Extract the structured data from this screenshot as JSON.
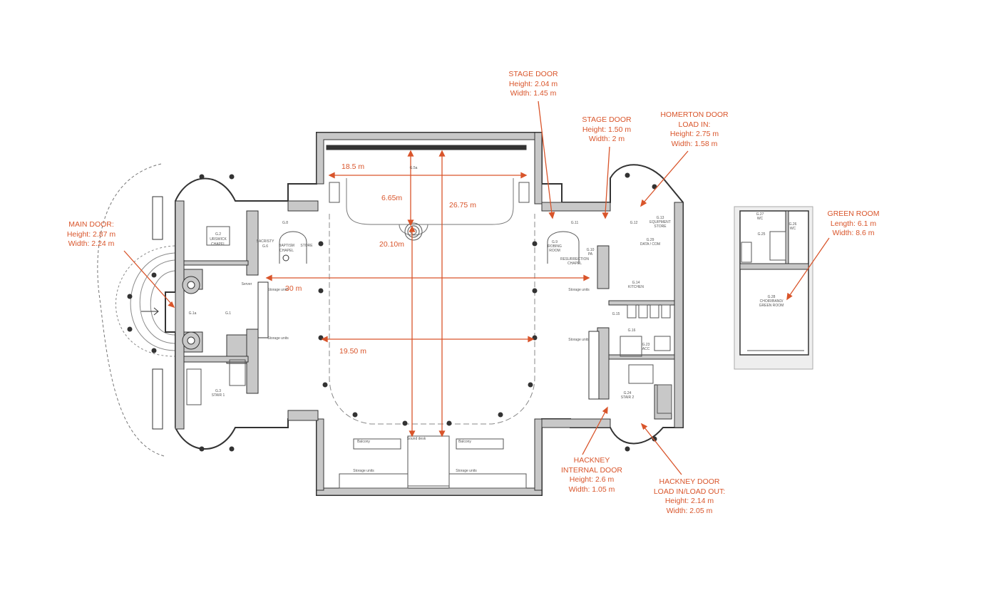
{
  "callouts": {
    "stage_door_1": {
      "title": "STAGE DOOR",
      "height": "Height: 2.04 m",
      "width": "Width: 1.45 m"
    },
    "stage_door_2": {
      "title": "STAGE DOOR",
      "height": "Height: 1.50 m",
      "width": "Width: 2 m"
    },
    "homerton_door": {
      "title_1": "HOMERTON DOOR",
      "title_2": "LOAD IN:",
      "height": "Height: 2.75 m",
      "width": "Width: 1.58 m"
    },
    "main_door": {
      "title": "MAIN DOOR:",
      "height": "Height: 2.87 m",
      "width": "Width: 2.24 m"
    },
    "green_room": {
      "title": "GREEN ROOM",
      "length": "Length: 6.1 m",
      "width": "Width: 8.6 m"
    },
    "hackney_internal": {
      "title_1": "HACKNEY",
      "title_2": "INTERNAL DOOR",
      "height": "Height: 2.6 m",
      "width": "Width: 1.05 m"
    },
    "hackney_load": {
      "title_1": "HACKNEY DOOR",
      "title_2": "LOAD IN/LOAD OUT:",
      "height": "Height: 2.14 m",
      "width": "Width: 2.05 m"
    }
  },
  "dimensions": {
    "stage_width": "18.5 m",
    "stage_depth": "6.65m",
    "hall_length": "26.75 m",
    "hall_depth": "20.10m",
    "hall_width": "30 m",
    "hall_inner_width": "19.50 m"
  },
  "rooms": {
    "g2": [
      "G.2",
      "URSWICK",
      "CHAPEL"
    ],
    "g8": "G.8",
    "g6": [
      "SACRISTY",
      "G.6"
    ],
    "baptism": [
      "BAPTISM",
      "CHAPEL"
    ],
    "store": "STORE",
    "servery": "Server",
    "g1a": "G.1a",
    "g1": "G.1",
    "g3": [
      "G.3",
      "STAIR 1"
    ],
    "g5a": "G.5a",
    "g11": "G.11",
    "g9": [
      "G.9",
      "ROBING",
      "ROOM"
    ],
    "resurrection": [
      "RESURRECTION",
      "CHAPEL"
    ],
    "g10": [
      "G.10",
      "PA"
    ],
    "g12": "G.12",
    "g13": [
      "G.13",
      "EQUIPMENT",
      "STORE"
    ],
    "g29": [
      "G.29",
      "DATA / COM"
    ],
    "g14": [
      "G.14",
      "KITCHEN"
    ],
    "g15": "G.15",
    "g16": "G.16",
    "g23": [
      "G.23",
      "ACC"
    ],
    "g24": [
      "G.24",
      "STAIR 2"
    ],
    "g27": [
      "G.27",
      "WC"
    ],
    "g26": [
      "G.26",
      "WC"
    ],
    "g25": "G.25",
    "g28": [
      "G.28",
      "CHOIR/BAND/",
      "GREEN ROOM"
    ],
    "storage": "Storage units",
    "balcony": "Balcony",
    "sound_desk": "Sound desk"
  },
  "colors": {
    "accent": "#d9552b",
    "wall": "#c8c8c8",
    "line": "#333333"
  }
}
